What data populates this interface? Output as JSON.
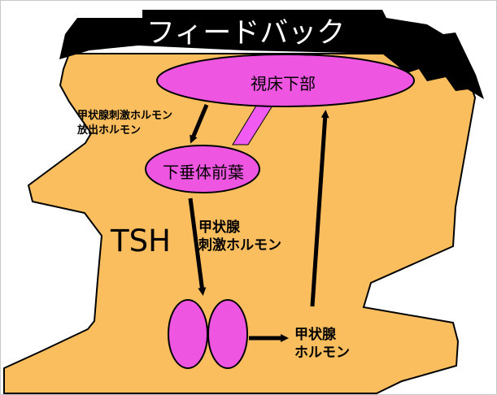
{
  "title": "フィードバック",
  "nodes": {
    "hypothalamus": "視床下部",
    "anterior_pituitary": "下垂体前葉"
  },
  "labels": {
    "trh_line1": "甲状腺刺激ホルモン",
    "trh_line2": "放出ホルモン",
    "tsh_abbrev": "TSH",
    "tsh_line1": "甲状腺",
    "tsh_line2": "刺激ホルモン",
    "thyroid_hormone_line1": "甲状腺",
    "thyroid_hormone_line2": "ホルモン"
  },
  "colors": {
    "head_fill": "#FBBE5E",
    "hair": "#000000",
    "organ_fill": "#EE56E2",
    "stalk": "#F25BF1",
    "border": "#000000"
  }
}
